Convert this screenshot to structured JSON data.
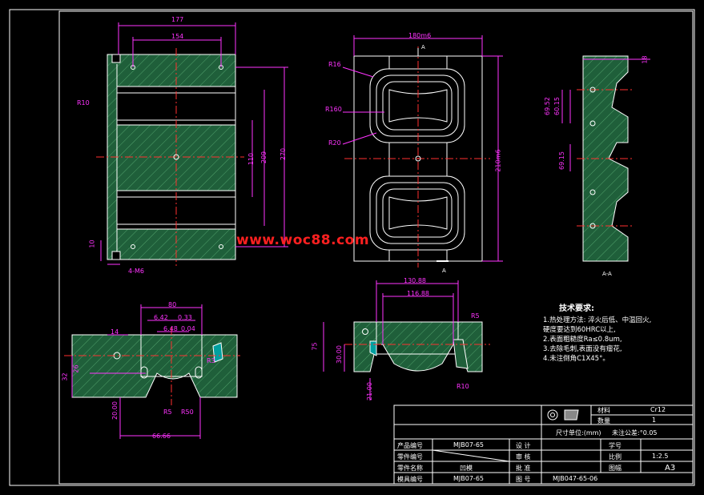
{
  "colors": {
    "background": "#000000",
    "frame": "#ffffff",
    "outline": "#ffffff",
    "hatch": "#2e8b57",
    "dimension": "#ff33ff",
    "center": "#ff3030",
    "cyan": "#00ffff",
    "watermark": "#ff2020"
  },
  "watermark": "www.woc88.com",
  "dimensions": {
    "d177": "177",
    "d154": "154",
    "d270": "270",
    "d209": "209",
    "d110": "110",
    "d1_10": "10",
    "d_r_left": "R10",
    "d_top_r": "4-M6",
    "d180": "180m6",
    "d_a": "A",
    "d_r16": "R16",
    "d_r160": "R160",
    "d_r20": "R20",
    "d_h": "210m6",
    "d_section": "A-A",
    "d_s1": "69.52",
    "d_s2": "60.15",
    "d_s3": "69.15",
    "d_s4": "18",
    "d80": "80",
    "d_642": "6.42",
    "d_033": "0.33",
    "d_648": "6.48",
    "d_004": "0.04",
    "d14": "14",
    "d_32": "32",
    "d_26": "26",
    "d_r3": "R3",
    "d_r5": "R5",
    "d_r50": "R50",
    "d_bot1": "20.00",
    "d_bot2": "66.66",
    "d_130": "130.88",
    "d_116": "116.88",
    "d_r5b": "R5",
    "d_r10b": "R10",
    "d_75": "75",
    "d_30": "30.00",
    "d_21": "21.00"
  },
  "notes": {
    "title": "技术要求:",
    "lines": [
      "1.热处理方法: 淬火后低、中温回火,",
      "硬度要达到60HRC以上,",
      "2.表面粗糙度Ra≤0.8um,",
      "3.去除毛刺,表面没有瘤花,",
      "4.未注倒角C1X45°。"
    ]
  },
  "title_block": {
    "material_label": "材料",
    "material_value": "Cr12",
    "qty_label": "数量",
    "qty_value": "1",
    "unit_text": "尺寸单位:(mm)",
    "tol_text": "未注公差:°0.05",
    "product_label": "产品编号",
    "product_value": "MJB07-65",
    "part_label": "零件编号",
    "part_name_label": "零件名称",
    "part_name_value": "凹模",
    "mold_label": "模具编号",
    "mold_value": "MJB07-65",
    "design_label": "设 计",
    "review_label": "审 核",
    "approve_label": "批 准",
    "drawing_label": "图 号",
    "drawing_value": "MJB047-65-06",
    "student_label": "学号",
    "scale_label": "比例",
    "scale_value": "1:2.5",
    "sheet_label": "图幅",
    "sheet_value": "A3"
  }
}
